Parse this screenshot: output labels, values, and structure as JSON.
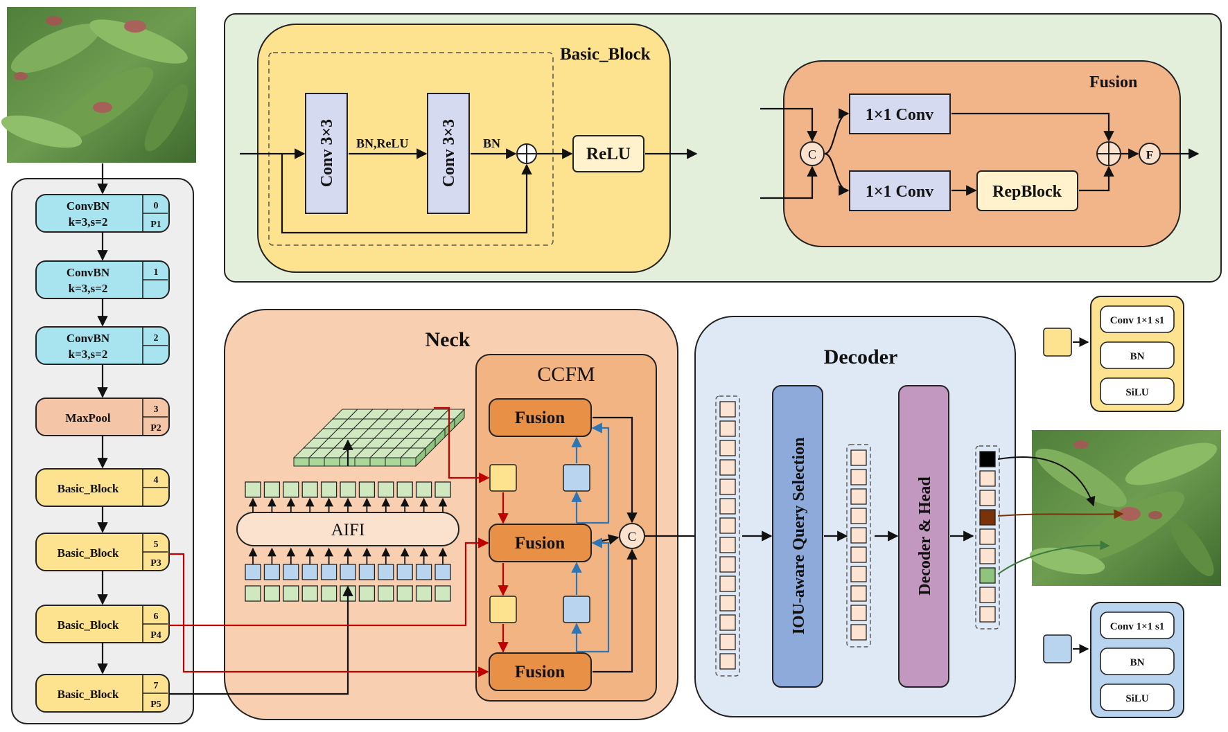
{
  "backbone": {
    "blocks": [
      {
        "label": "ConvBN",
        "sub": "k=3,s=2",
        "index": "0",
        "tag": "P1"
      },
      {
        "label": "ConvBN",
        "sub": "k=3,s=2",
        "index": "1",
        "tag": ""
      },
      {
        "label": "ConvBN",
        "sub": "k=3,s=2",
        "index": "2",
        "tag": ""
      },
      {
        "label": "MaxPool",
        "sub": "",
        "index": "3",
        "tag": "P2"
      },
      {
        "label": "Basic_Block",
        "sub": "",
        "index": "4",
        "tag": ""
      },
      {
        "label": "Basic_Block",
        "sub": "",
        "index": "5",
        "tag": "P3"
      },
      {
        "label": "Basic_Block",
        "sub": "",
        "index": "6",
        "tag": "P4"
      },
      {
        "label": "Basic_Block",
        "sub": "",
        "index": "7",
        "tag": "P5"
      }
    ]
  },
  "basic_block_detail": {
    "title": "Basic_Block",
    "conv1": "Conv 3×3",
    "conv2": "Conv 3×3",
    "label_bn_relu": "BN,ReLU",
    "label_bn": "BN",
    "relu": "ReLU"
  },
  "fusion_detail": {
    "title": "Fusion",
    "concat": "C",
    "conv_top": "1×1 Conv",
    "conv_bottom": "1×1 Conv",
    "repblock": "RepBlock",
    "f_node": "F"
  },
  "neck": {
    "title": "Neck",
    "aifi": "AIFI",
    "ccfm": {
      "title": "CCFM",
      "fusion_labels": [
        "Fusion",
        "Fusion",
        "Fusion"
      ],
      "concat": "C"
    }
  },
  "decoder": {
    "title": "Decoder",
    "query_selection": "IOU-aware Query Selection",
    "decoder_head": "Decoder & Head"
  },
  "legend": [
    {
      "color": "#fde28f",
      "items": [
        "Conv 1×1 s1",
        "BN",
        "SiLU"
      ]
    },
    {
      "color": "#b8d4ee",
      "items": [
        "Conv 1×1 s1",
        "BN",
        "SiLU"
      ]
    }
  ],
  "colors": {
    "backbone_panel": "#eeeeee",
    "cyan_block": "#a8e4f0",
    "maxpool": "#f5c5a8",
    "yellow_block": "#fde28f",
    "green_panel": "#e3eedb",
    "conv_box": "#d5daf0",
    "fusion_panel": "#f2b58a",
    "neck_panel": "#f8cfb0",
    "ccfm_panel": "#f2b483",
    "fusion_box": "#e99047",
    "decoder_panel": "#dfe8f5",
    "iou_box": "#8eaadb",
    "decoder_head_box": "#c298c0",
    "token_green": "#cfe8c0",
    "token_blue": "#b8d4ee",
    "token_peach": "#fde3d2",
    "red_line": "#c00000",
    "blue_line": "#2e75b6"
  },
  "icons": [
    "leaf-photo-input",
    "leaf-photo-output",
    "concat-circle-icon",
    "add-circle-icon"
  ]
}
